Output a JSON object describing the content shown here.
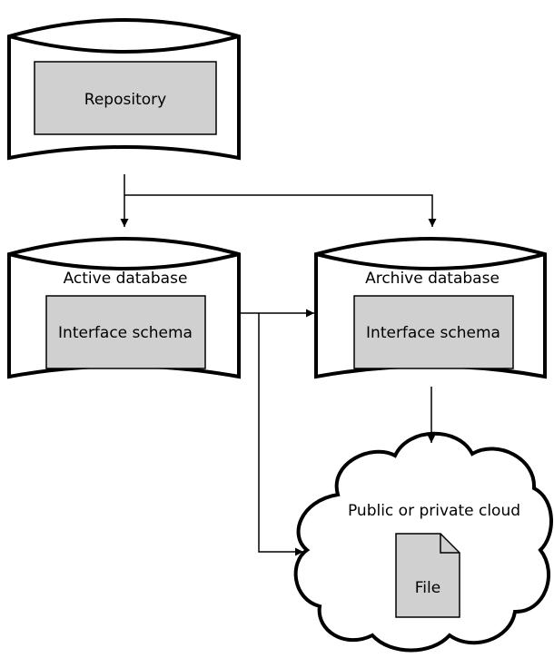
{
  "diagram": {
    "repository": {
      "label": "Repository"
    },
    "active_db": {
      "title": "Active database",
      "inner_label": "Interface schema"
    },
    "archive_db": {
      "title": "Archive database",
      "inner_label": "Interface schema"
    },
    "cloud": {
      "title": "Public or private cloud",
      "file_label": "File"
    }
  },
  "colors": {
    "inner_box_fill": "#d0d0d0",
    "stroke": "#000000",
    "background": "#ffffff"
  }
}
